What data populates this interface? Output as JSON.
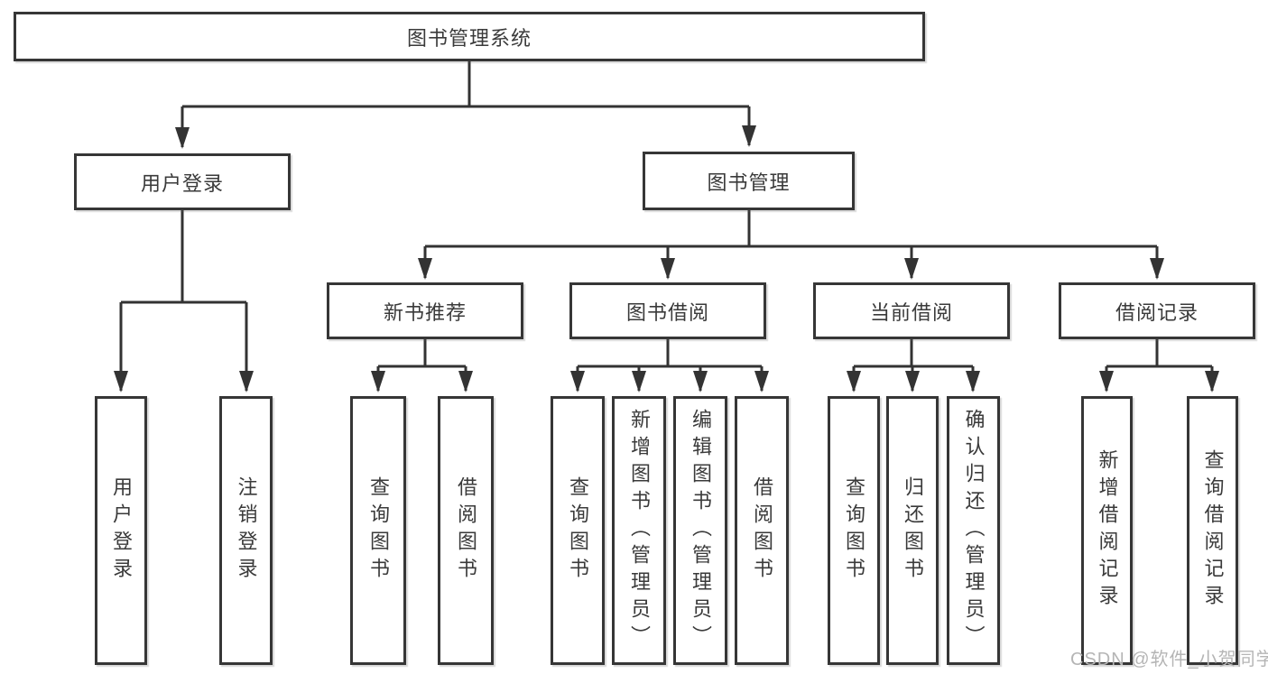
{
  "diagram": {
    "watermark": "CSDN @软件_小贺同学",
    "nodes": {
      "root": {
        "label": "图书管理系统"
      },
      "user_login": {
        "label": "用户登录"
      },
      "book_mgmt": {
        "label": "图书管理"
      },
      "level3": [
        {
          "label": "新书推荐"
        },
        {
          "label": "图书借阅"
        },
        {
          "label": "当前借阅"
        },
        {
          "label": "借阅记录"
        }
      ],
      "leaves": [
        {
          "label": "用户登录"
        },
        {
          "label": "注销登录"
        },
        {
          "label": "查询图书"
        },
        {
          "label": "借阅图书"
        },
        {
          "label": "查询图书"
        },
        {
          "label": "新增图书（管理员）"
        },
        {
          "label": "编辑图书（管理员）"
        },
        {
          "label": "借阅图书"
        },
        {
          "label": "查询图书"
        },
        {
          "label": "归还图书"
        },
        {
          "label": "确认归还（管理员）"
        },
        {
          "label": "新增借阅记录"
        },
        {
          "label": "查询借阅记录"
        }
      ]
    },
    "colors": {
      "line": "#333333",
      "border": "#363636",
      "text": "#3a3a3a",
      "watermark": "#b5b5b5",
      "background": "#ffffff"
    }
  }
}
